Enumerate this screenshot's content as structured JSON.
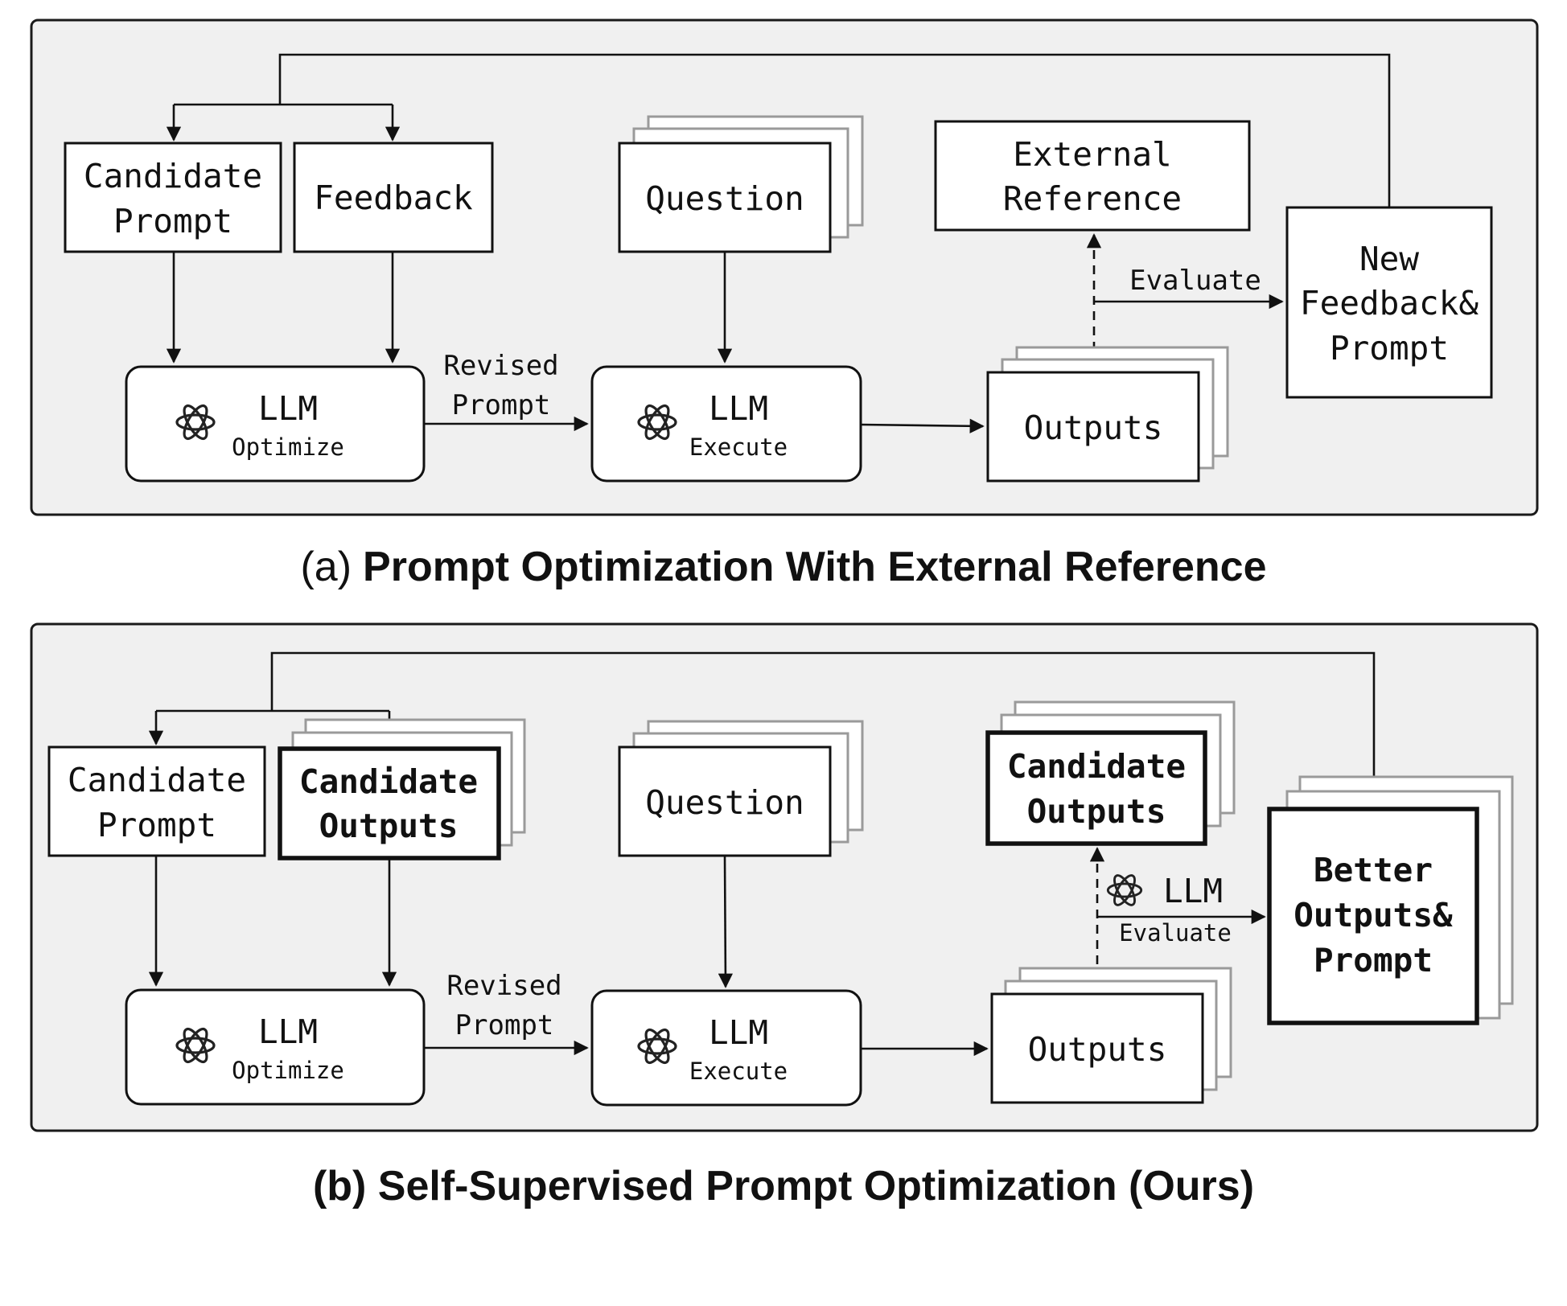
{
  "panel_a": {
    "caption_prefix": "(a)",
    "caption": "Prompt Optimization With External Reference",
    "candidate_prompt": [
      "Candidate",
      "Prompt"
    ],
    "feedback": "Feedback",
    "question": "Question",
    "external_reference": [
      "External",
      "Reference"
    ],
    "evaluate": "Evaluate",
    "new_feedback": [
      "New",
      "Feedback&",
      "Prompt"
    ],
    "llm_optimize": {
      "title": "LLM",
      "sub": "Optimize"
    },
    "revised_prompt": [
      "Revised",
      "Prompt"
    ],
    "llm_execute": {
      "title": "LLM",
      "sub": "Execute"
    },
    "outputs": "Outputs"
  },
  "panel_b": {
    "caption": "(b) Self-Supervised Prompt Optimization (Ours)",
    "candidate_prompt": [
      "Candidate",
      "Prompt"
    ],
    "candidate_outputs_left": [
      "Candidate",
      "Outputs"
    ],
    "question": "Question",
    "candidate_outputs_right": [
      "Candidate",
      "Outputs"
    ],
    "llm_evaluate": {
      "title": "LLM",
      "sub": "Evaluate"
    },
    "better": [
      "Better",
      "Outputs&",
      "Prompt"
    ],
    "llm_optimize": {
      "title": "LLM",
      "sub": "Optimize"
    },
    "revised_prompt": [
      "Revised",
      "Prompt"
    ],
    "llm_execute": {
      "title": "LLM",
      "sub": "Execute"
    },
    "outputs": "Outputs"
  },
  "icons": {
    "llm_logo": "openai-logo-icon"
  }
}
